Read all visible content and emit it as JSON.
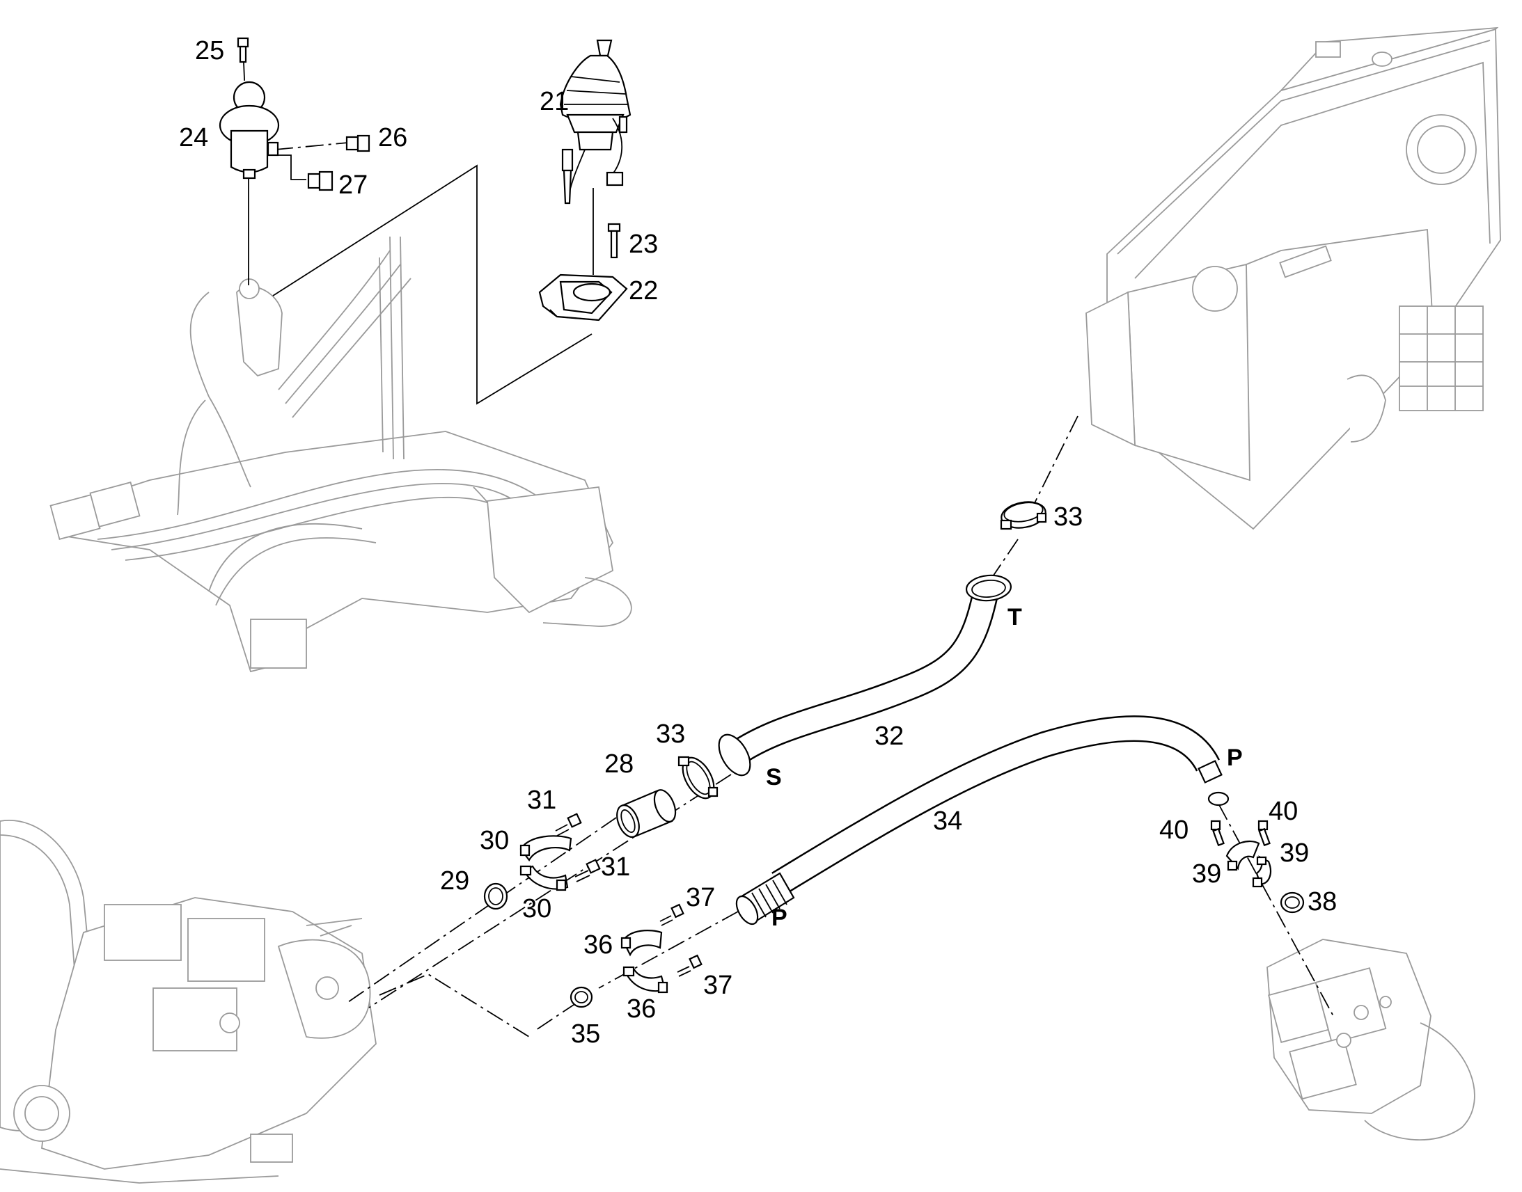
{
  "diagram": {
    "callouts": [
      {
        "id": "c21",
        "text": "21"
      },
      {
        "id": "c22",
        "text": "22"
      },
      {
        "id": "c23",
        "text": "23"
      },
      {
        "id": "c24",
        "text": "24"
      },
      {
        "id": "c25",
        "text": "25"
      },
      {
        "id": "c26",
        "text": "26"
      },
      {
        "id": "c27",
        "text": "27"
      },
      {
        "id": "c28",
        "text": "28"
      },
      {
        "id": "c29",
        "text": "29"
      },
      {
        "id": "c30a",
        "text": "30"
      },
      {
        "id": "c30b",
        "text": "30"
      },
      {
        "id": "c31a",
        "text": "31"
      },
      {
        "id": "c31b",
        "text": "31"
      },
      {
        "id": "c32",
        "text": "32"
      },
      {
        "id": "c33a",
        "text": "33"
      },
      {
        "id": "c33b",
        "text": "33"
      },
      {
        "id": "c34",
        "text": "34"
      },
      {
        "id": "c35",
        "text": "35"
      },
      {
        "id": "c36a",
        "text": "36"
      },
      {
        "id": "c36b",
        "text": "36"
      },
      {
        "id": "c37a",
        "text": "37"
      },
      {
        "id": "c37b",
        "text": "37"
      },
      {
        "id": "c38",
        "text": "38"
      },
      {
        "id": "c39a",
        "text": "39"
      },
      {
        "id": "c39b",
        "text": "39"
      },
      {
        "id": "c40a",
        "text": "40"
      },
      {
        "id": "c40b",
        "text": "40"
      }
    ],
    "port_labels": {
      "t": "T",
      "s": "S",
      "p_hose_lower": "P",
      "p_hose_upper": "P"
    }
  }
}
